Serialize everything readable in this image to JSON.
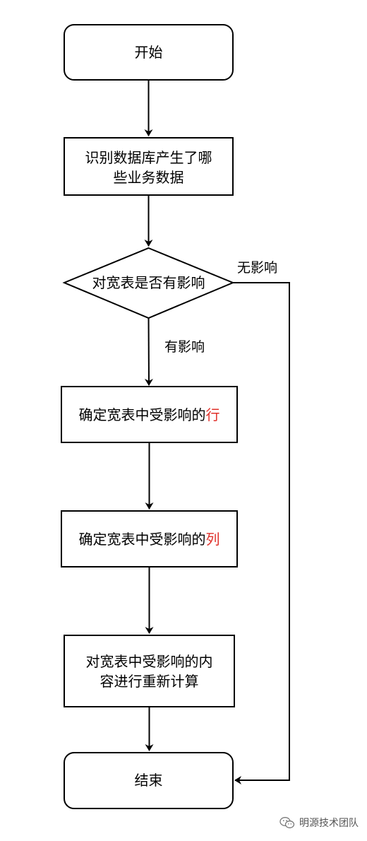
{
  "nodes": {
    "start": "开始",
    "identify_line1": "识别数据库产生了哪",
    "identify_line2": "些业务数据",
    "decision": "对宽表是否有影响",
    "rows_prefix": "确定宽表中受影响的",
    "rows_highlight": "行",
    "cols_prefix": "确定宽表中受影响的",
    "cols_highlight": "列",
    "recompute_line1": "对宽表中受影响的内",
    "recompute_line2": "容进行重新计算",
    "end": "结束"
  },
  "edges": {
    "no_impact": "无影响",
    "has_impact": "有影响"
  },
  "watermark": {
    "text": "明源技术团队"
  },
  "colors": {
    "stroke": "#000000",
    "highlight": "#e0302a"
  }
}
